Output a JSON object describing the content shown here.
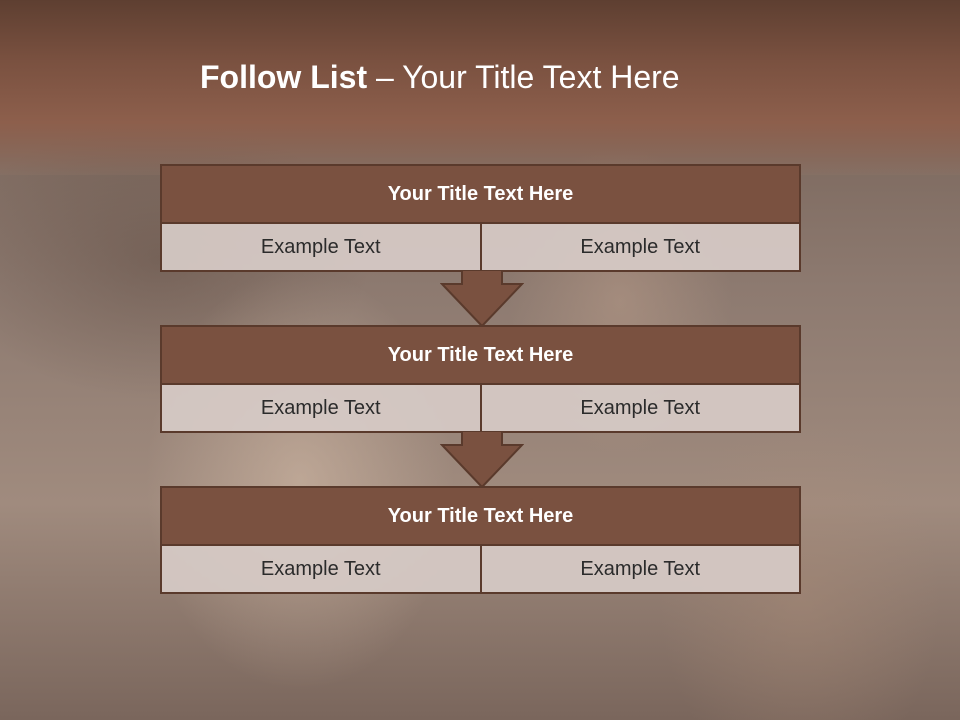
{
  "slide": {
    "title_bold": "Follow List",
    "title_rest": " – Your Title Text Here"
  },
  "blocks": [
    {
      "title": "Your Title Text Here",
      "left": "Example Text",
      "right": "Example Text"
    },
    {
      "title": "Your Title Text Here",
      "left": "Example Text",
      "right": "Example Text"
    },
    {
      "title": "Your Title Text Here",
      "left": "Example Text",
      "right": "Example Text"
    }
  ],
  "colors": {
    "header": "#7a5140",
    "block_title": "#7a5140",
    "cell": "#d6cac6",
    "border": "#5a3a2c",
    "arrow": "#7a5140"
  }
}
